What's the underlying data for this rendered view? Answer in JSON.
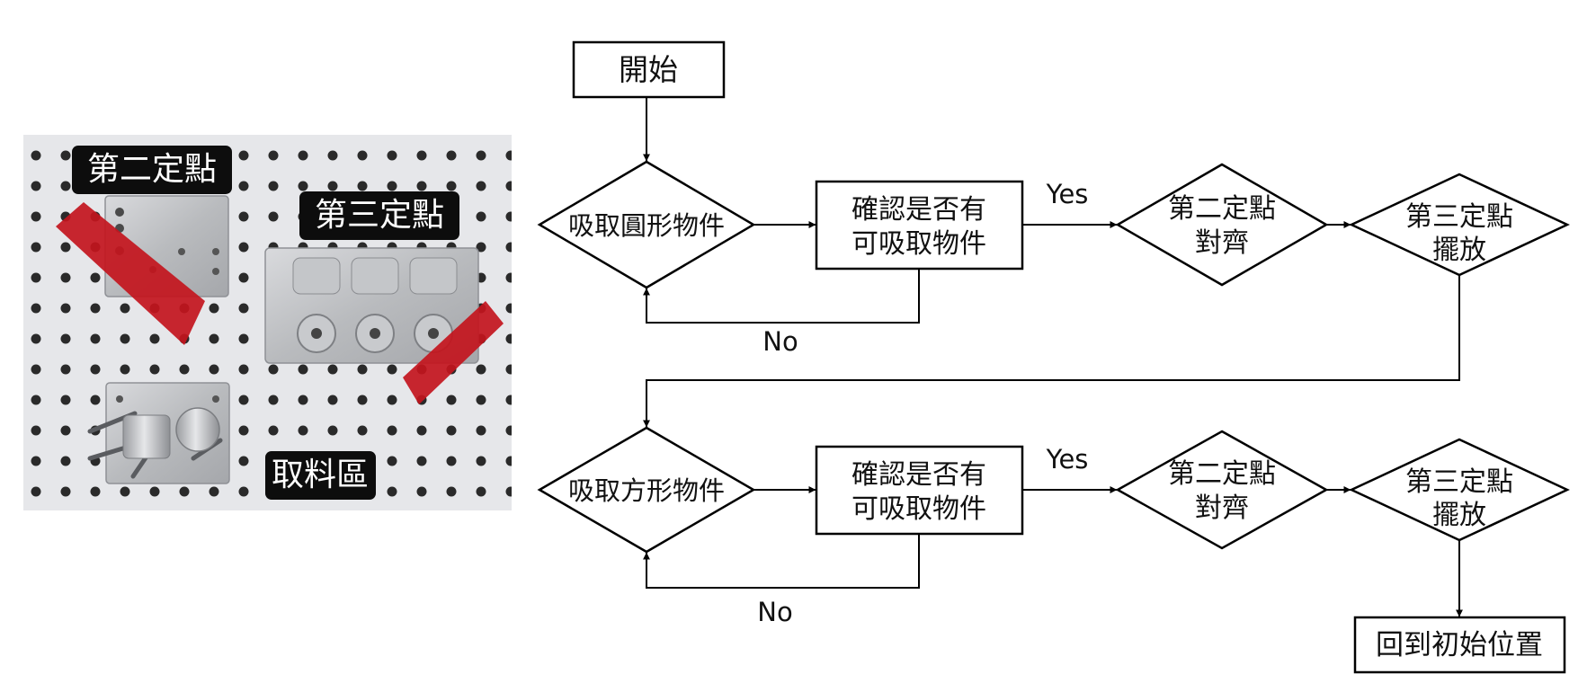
{
  "photo": {
    "labels": {
      "second_point": "第二定點",
      "third_point": "第三定點",
      "pickup_area": "取料區"
    }
  },
  "flowchart": {
    "start": "開始",
    "row1": {
      "pick": "吸取圓形物件",
      "check_line1": "確認是否有",
      "check_line2": "可吸取物件",
      "yes": "Yes",
      "no": "No",
      "align_line1": "第二定點",
      "align_line2": "對齊",
      "place_line1": "第三定點",
      "place_line2": "擺放"
    },
    "row2": {
      "pick": "吸取方形物件",
      "check_line1": "確認是否有",
      "check_line2": "可吸取物件",
      "yes": "Yes",
      "no": "No",
      "align_line1": "第二定點",
      "align_line2": "對齊",
      "place_line1": "第三定點",
      "place_line2": "擺放"
    },
    "end": "回到初始位置"
  }
}
